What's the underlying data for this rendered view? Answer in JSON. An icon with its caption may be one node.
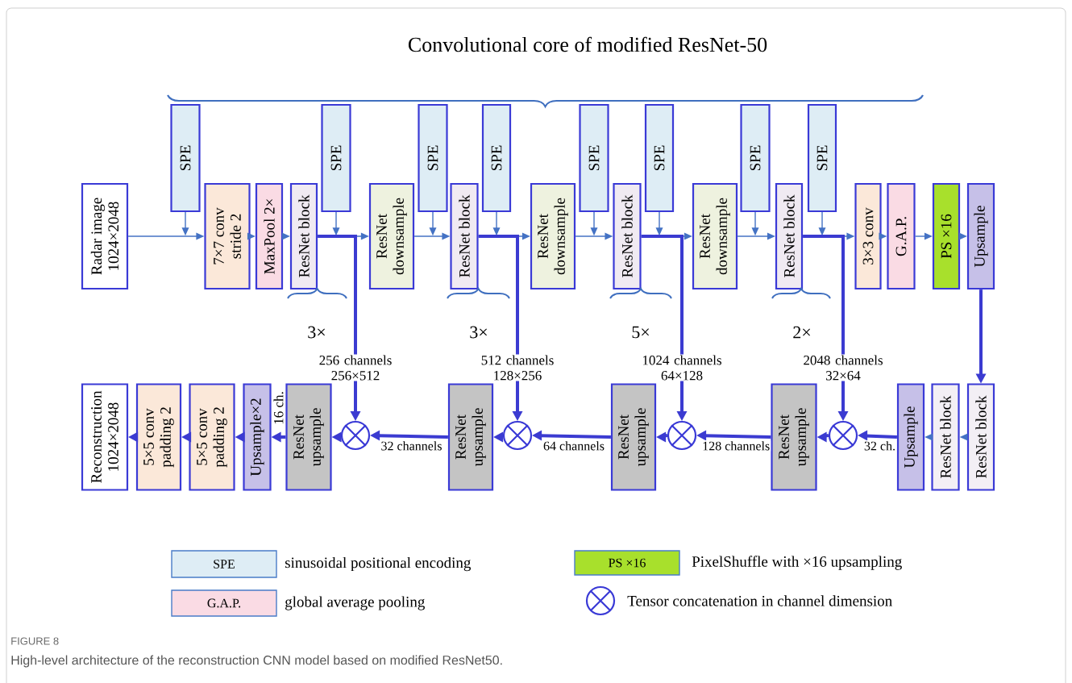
{
  "diagram": {
    "caption": "High-level architecture of the reconstruction CNN model based on modified ResNet50.",
    "nodes": [
      {
        "text": [
          "Radar image 1024×2048"
        ]
      },
      {
        "text": [
          "SPE"
        ]
      },
      {
        "text": [
          "7×7 conv stride 2"
        ]
      },
      {
        "text": [
          "MaxPool 2×"
        ]
      },
      {
        "text": [
          "ResNet block"
        ]
      },
      {
        "text": [
          "SPE"
        ]
      },
      {
        "text": [
          "ResNet downsample"
        ]
      },
      {
        "text": [
          "SPE"
        ]
      },
      {
        "text": [
          "ResNet block"
        ]
      },
      {
        "text": [
          "SPE"
        ]
      },
      {
        "text": [
          "ResNet downsample"
        ]
      },
      {
        "text": [
          "SPE"
        ]
      },
      {
        "text": [
          "ResNet block"
        ]
      },
      {
        "text": [
          "SPE"
        ]
      },
      {
        "text": [
          "ResNet downsample"
        ]
      },
      {
        "text": [
          "SPE"
        ]
      },
      {
        "text": [
          "ResNet block"
        ]
      },
      {
        "text": [
          "SPE"
        ]
      },
      {
        "text": [
          "3×3 conv"
        ]
      },
      {
        "text": [
          "G.A.P."
        ]
      },
      {
        "text": [
          "PS ×16"
        ]
      },
      {
        "text": [
          "Upsample"
        ]
      },
      {
        "text": [
          "Reconstruction 1024×2048"
        ]
      },
      {
        "text": [
          "5×5 conv padding 2"
        ]
      },
      {
        "text": [
          "5×5 conv padding 2"
        ]
      },
      {
        "text": [
          "Upsample×2"
        ]
      },
      {
        "text": [
          "ResNet upsample"
        ]
      },
      {
        "text": [],
        "shape": "circle"
      },
      {
        "text": [
          "ResNet upsample"
        ]
      },
      {
        "text": [],
        "shape": "circle"
      },
      {
        "text": [
          "ResNet upsample"
        ]
      },
      {
        "text": [],
        "shape": "circle"
      },
      {
        "text": [
          "ResNet upsample"
        ]
      },
      {
        "text": [],
        "shape": "circle"
      },
      {
        "text": [
          "Upsample"
        ]
      },
      {
        "text": [
          "ResNet block"
        ]
      },
      {
        "text": [
          "ResNet block"
        ]
      }
    ],
    "edges": [
      {
        "from": 0,
        "to": 2,
        "arrow": "to"
      },
      {
        "from": 1,
        "to": null,
        "arrow": "to"
      },
      {
        "from": 2,
        "to": 3,
        "arrow": "to"
      },
      {
        "from": 3,
        "to": 4,
        "arrow": "to"
      },
      {
        "from": 4,
        "to": 6,
        "arrow": "to"
      },
      {
        "from": 5,
        "to": null,
        "arrow": "to"
      },
      {
        "from": 4,
        "to": 27,
        "arrow": "to",
        "label": "256 channels 256×512",
        "style": "thick",
        "color": "#3b3bd1"
      },
      {
        "from": 6,
        "to": 8,
        "arrow": "to"
      },
      {
        "from": 7,
        "to": null,
        "arrow": "to"
      },
      {
        "from": 8,
        "to": 10,
        "arrow": "to"
      },
      {
        "from": 9,
        "to": null,
        "arrow": "to"
      },
      {
        "from": 8,
        "to": 29,
        "arrow": "to",
        "label": "512 channels 128×256",
        "style": "thick",
        "color": "#3b3bd1"
      },
      {
        "from": 10,
        "to": 12,
        "arrow": "to"
      },
      {
        "from": 11,
        "to": null,
        "arrow": "to"
      },
      {
        "from": 12,
        "to": 14,
        "arrow": "to"
      },
      {
        "from": 13,
        "to": null,
        "arrow": "to"
      },
      {
        "from": 12,
        "to": 31,
        "arrow": "to",
        "label": "1024 channels 64×128",
        "style": "thick",
        "color": "#3b3bd1"
      },
      {
        "from": 14,
        "to": 16,
        "arrow": "to"
      },
      {
        "from": 15,
        "to": null,
        "arrow": "to"
      },
      {
        "from": 16,
        "to": 18,
        "arrow": "to"
      },
      {
        "from": 17,
        "to": null,
        "arrow": "to"
      },
      {
        "from": 16,
        "to": 33,
        "arrow": "to",
        "label": "2048 channels 32×64",
        "style": "thick",
        "color": "#3b3bd1"
      },
      {
        "from": 18,
        "to": 19,
        "arrow": "to"
      },
      {
        "from": 19,
        "to": 20,
        "arrow": "to"
      },
      {
        "from": 20,
        "to": 21,
        "arrow": "to"
      },
      {
        "from": 21,
        "to": 36,
        "arrow": "to",
        "style": "thick",
        "color": "#3b3bd1"
      },
      {
        "from": 36,
        "to": 35,
        "arrow": "to"
      },
      {
        "from": 35,
        "to": 34,
        "arrow": "to"
      },
      {
        "from": 34,
        "to": 33,
        "arrow": "to",
        "label": "32 ch.",
        "style": "thick",
        "color": "#3b3bd1"
      },
      {
        "from": 33,
        "to": 32,
        "arrow": "to",
        "style": "thick",
        "color": "#3b3bd1"
      },
      {
        "from": 32,
        "to": 31,
        "arrow": "to",
        "label": "128 channels",
        "style": "thick",
        "color": "#3b3bd1"
      },
      {
        "from": 31,
        "to": 30,
        "arrow": "to",
        "style": "thick",
        "color": "#3b3bd1"
      },
      {
        "from": 30,
        "to": 29,
        "arrow": "to",
        "label": "64 channels",
        "style": "thick",
        "color": "#3b3bd1"
      },
      {
        "from": 29,
        "to": 28,
        "arrow": "to",
        "style": "thick",
        "color": "#3b3bd1"
      },
      {
        "from": 28,
        "to": 27,
        "arrow": "to",
        "label": "32 channels",
        "style": "thick",
        "color": "#3b3bd1"
      },
      {
        "from": 27,
        "to": 26,
        "arrow": "to",
        "style": "thick",
        "color": "#3b3bd1"
      },
      {
        "from": 26,
        "to": 25,
        "arrow": "to",
        "label": "16 ch.",
        "style": "thick",
        "color": "#3b3bd1"
      },
      {
        "from": 25,
        "to": 24,
        "arrow": "to",
        "style": "thick",
        "color": "#3b3bd1"
      },
      {
        "from": 24,
        "to": 23,
        "arrow": "to",
        "style": "thick",
        "color": "#3b3bd1"
      },
      {
        "from": 23,
        "to": 22,
        "arrow": "to",
        "style": "thick",
        "color": "#3b3bd1"
      }
    ],
    "labels": [
      "Convolutional core of modified ResNet-50",
      "3×",
      "3×",
      "5×",
      "2×",
      "SPE",
      "G.A.P.",
      "PS ×16",
      "FIGURE 8"
    ],
    "legend": [
      {
        "text": "sinusoidal positional encoding",
        "color": "#deedf5"
      },
      {
        "text": "global average pooling",
        "color": "#fadbe4"
      },
      {
        "text": "PixelShuffle with ×16 upsampling",
        "color": "#a8e02c"
      },
      {
        "text": "Tensor concatenation in channel dimension"
      }
    ]
  }
}
